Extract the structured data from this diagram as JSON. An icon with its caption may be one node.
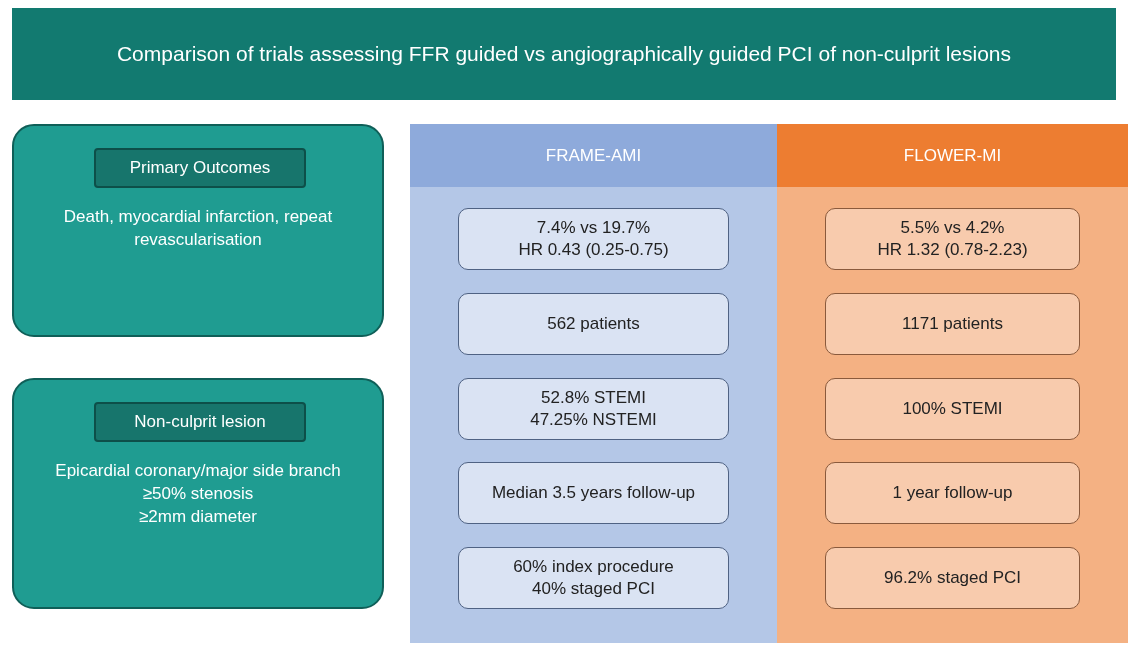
{
  "diagram": {
    "title": "Comparison of trials assessing FFR guided vs angiographically guided PCI of non-culprit lesions",
    "nodes": [
      {
        "text": [
          "Death, myocardial infarction, repeat revascularisation"
        ]
      },
      {
        "text": [
          "Primary Outcomes"
        ],
        "in": 0
      },
      {
        "text": [
          "Epicardial coronary/major side branch",
          "≥50% stenosis",
          "≥2mm diameter"
        ]
      },
      {
        "text": [
          "Non-culprit lesion"
        ],
        "in": 2
      },
      {
        "text": [
          "FRAME-AMI"
        ]
      },
      {
        "text": [
          "7.4% vs 19.7%",
          "HR 0.43 (0.25-0.75)"
        ],
        "in": 4
      },
      {
        "text": [
          "562 patients"
        ],
        "in": 4
      },
      {
        "text": [
          "52.8% STEMI",
          "47.25% NSTEMI"
        ],
        "in": 4
      },
      {
        "text": [
          "Median 3.5 years follow-up"
        ],
        "in": 4
      },
      {
        "text": [
          "60% index procedure",
          "40% staged PCI"
        ],
        "in": 4
      },
      {
        "text": [
          "FLOWER-MI"
        ]
      },
      {
        "text": [
          "5.5% vs 4.2%",
          "HR 1.32 (0.78-2.23)"
        ],
        "in": 10
      },
      {
        "text": [
          "1171 patients"
        ],
        "in": 10
      },
      {
        "text": [
          "100% STEMI"
        ],
        "in": 10
      },
      {
        "text": [
          "1 year follow-up"
        ],
        "in": 10
      },
      {
        "text": [
          "96.2% staged PCI"
        ],
        "in": 10
      }
    ],
    "edges": []
  }
}
